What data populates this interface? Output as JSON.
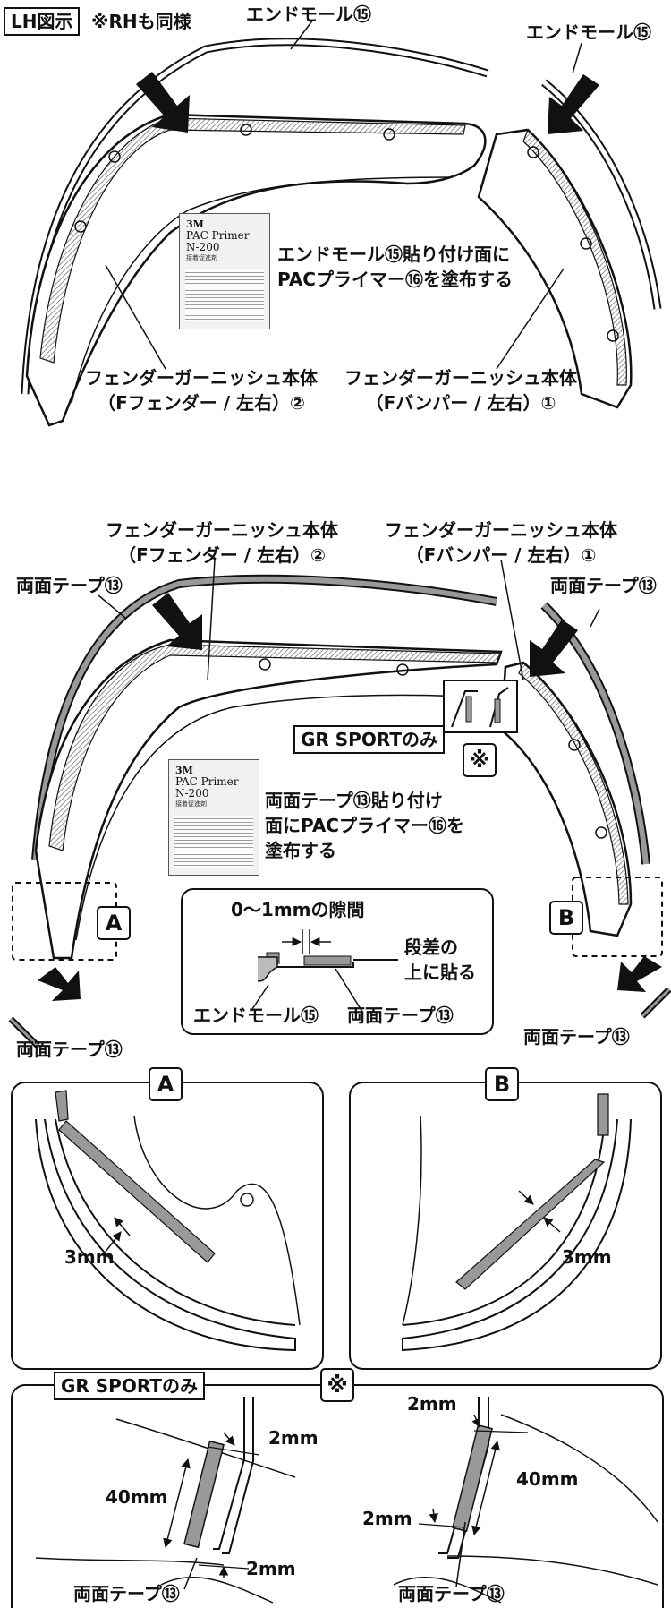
{
  "top": {
    "tag": "LH図示",
    "note": "※RHも同様",
    "end_mould_left": "エンドモール⑮",
    "end_mould_right": "エンドモール⑮",
    "primer_instruction": [
      "エンドモール⑮貼り付け面に",
      "PACプライマー⑯を塗布する"
    ],
    "fender_label": [
      "フェンダーガーニッシュ本体",
      "（Fフェンダー / 左右）②"
    ],
    "bumper_label": [
      "フェンダーガーニッシュ本体",
      "（Fバンパー / 左右）①"
    ]
  },
  "primer_can": {
    "brand": "3M",
    "name": "PAC Primer",
    "model": "N-200",
    "sub": "接着促進剤"
  },
  "middle": {
    "fender_label": [
      "フェンダーガーニッシュ本体",
      "（Fフェンダー / 左右）②"
    ],
    "bumper_label": [
      "フェンダーガーニッシュ本体",
      "（Fバンパー / 左右）①"
    ],
    "tape_top_left": "両面テープ⑬",
    "tape_top_right": "両面テープ⑬",
    "tape_bottom_left": "両面テープ⑬",
    "tape_bottom_right": "両面テープ⑬",
    "gr_sport": "GR SPORTのみ",
    "kome": "※",
    "primer_instruction": [
      "両面テープ⑬貼り付け",
      "面にPACプライマー⑯を",
      "塗布する"
    ],
    "marker_a": "A",
    "marker_b": "B"
  },
  "section_detail": {
    "gap": "0〜1mmの隙間",
    "step": [
      "段差の",
      "上に貼る"
    ],
    "end_mould": "エンドモール⑮",
    "tape": "両面テープ⑬"
  },
  "detail_a": {
    "title": "A",
    "dim": "3mm"
  },
  "detail_b": {
    "title": "B",
    "dim": "3mm"
  },
  "gr_panel": {
    "title": "GR SPORTのみ",
    "kome": "※",
    "left": {
      "top_gap": "2mm",
      "length": "40mm",
      "bottom_gap": "2mm",
      "tape": "両面テープ⑬"
    },
    "right": {
      "top_gap": "2mm",
      "length": "40mm",
      "side_gap": "2mm",
      "tape": "両面テープ⑬"
    }
  },
  "colors": {
    "tape": "#9a9a9a",
    "line": "#111111",
    "hatch": "#777777"
  }
}
